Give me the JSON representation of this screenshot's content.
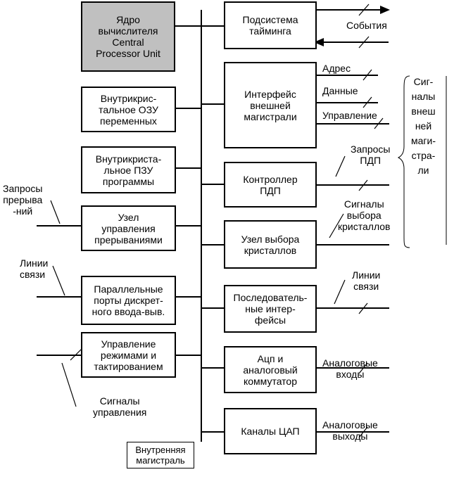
{
  "blocks": {
    "cpu": "Ядро\nвычислителя\nCentral\nProcessor Unit",
    "ram": "Внутрикрис-\nтальное ОЗУ\nпеременных",
    "rom": "Внутрикриста-\nльное ПЗУ\nпрограммы",
    "interrupt": "Узел\nуправления\nпрерываниями",
    "ports": "Параллельные\nпорты дискрет-\nного ввода-выв.",
    "clock": "Управление\nрежимами и\nтактированием",
    "timing": "Подсистема\nтайминга",
    "bus_if": "Интерфейс\nвнешней\nмагистрали",
    "dma": "Контроллер\nПДП",
    "chip_select": "Узел выбора\nкристаллов",
    "serial": "Последователь-\nные интер-\nфейсы",
    "adc": "Ацп и\nаналоговый\nкоммутатор",
    "dac": "Каналы ЦАП",
    "internal_bus": "Внутренняя\nмагистраль"
  },
  "labels": {
    "events": "События",
    "address": "Адрес",
    "data": "Данные",
    "control": "Управление",
    "dma_requests": "Запросы\nПДП",
    "chip_signals": "Сигналы\nвыбора\nкристаллов",
    "serial_lines": "Линии\nсвязи",
    "analog_inputs": "Аналоговые\nвходы",
    "analog_outputs": "Аналоговые\nвыходы",
    "interrupt_requests": "Запросы\nпрерыва\n-ний",
    "comm_lines": "Линии\nсвязи",
    "control_signals": "Сигналы\nуправления",
    "ext_bus_signals": "Сиг-\nналы\nвнеш\nней\nмаги-\nстра-\nли"
  }
}
